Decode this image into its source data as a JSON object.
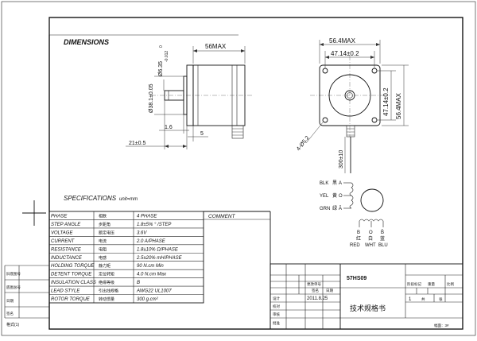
{
  "headings": {
    "dimensions": "DIMENSIONS",
    "specifications": "SPECIFICATIONS",
    "unit": "unit=mm",
    "comment": "COMMENT"
  },
  "side_view": {
    "length": "56MAX",
    "shaft_dia": "Ø6.35",
    "shaft_tol": "-0.012",
    "shaft_tol0": "0",
    "pilot_dia": "Ø38.1±0.05",
    "pilot_len": "1.6",
    "flange": "5",
    "shaft_len": "21±0.5"
  },
  "front_view": {
    "outer": "56.4MAX",
    "holes_h": "47.14±0.2",
    "holes_v": "47.14±0.2",
    "outer_v": "56.4MAX",
    "holes": "4-Ø5.2",
    "lead_len": "300±10"
  },
  "wiring": {
    "lines": [
      {
        "code": "BLK",
        "cn": "黑",
        "phase": "A"
      },
      {
        "code": "YEL",
        "cn": "黄",
        "phase": "O"
      },
      {
        "code": "GRN",
        "cn": "绿",
        "phase": "Ā"
      }
    ],
    "bottom_phases": [
      "B",
      "O",
      "B̄"
    ],
    "bottom_cn": [
      "红",
      "白",
      "蓝"
    ],
    "bottom_codes": [
      "RED",
      "WHT",
      "BLU"
    ]
  },
  "spec_rows": [
    {
      "label": "PHASE",
      "cn": "相数",
      "value": "4  PHASE"
    },
    {
      "label": "STEP ANGLE",
      "cn": "步距角",
      "value": "1.8±5% ° /STEP"
    },
    {
      "label": "VOLTAGE",
      "cn": "额定电压",
      "value": "3.6V"
    },
    {
      "label": "CURRENT",
      "cn": "电流",
      "value": "2.0 A/PHASE"
    },
    {
      "label": "RESISTANCE",
      "cn": "电阻",
      "value": "1.8±10%  Ω/PHASE"
    },
    {
      "label": "INDUCTANCE",
      "cn": "电感",
      "value": "2.5±20% mH/PHASE"
    },
    {
      "label": "HOLDING TORQUE",
      "cn": "静力矩",
      "value": "90  N.cm Min"
    },
    {
      "label": "DETENT TORQUE",
      "cn": "定位转矩",
      "value": "4.0 N.cm Max"
    },
    {
      "label": "INSULATION CLASS",
      "cn": "绝缘等级",
      "value": "B"
    },
    {
      "label": "LEAD STYLE",
      "cn": "引出线规格",
      "value": "AWG22 UL1007"
    },
    {
      "label": "ROTOR TORQUE",
      "cn": "转动惯量",
      "value": "300 g.cm²"
    }
  ],
  "title_block": {
    "model": "57HS09",
    "date": "2011.8.25",
    "title": "技术规格书",
    "change_no": "更改单号",
    "sign": "签名",
    "date_label": "日期",
    "design": "设计",
    "proofread": "校对",
    "audit": "审核",
    "approve": "批准",
    "stage_mark": "阶段标记",
    "weight": "重量",
    "ratio": "比例",
    "sheet_count": "共 张",
    "sheet_no": "第 张",
    "sheet_no_val": "1",
    "total": "共",
    "sheets": "张",
    "format": "格式(1)",
    "size": "幅面：3#"
  },
  "left_labels": [
    "旧底图号",
    "底图总号",
    "日期",
    "签名"
  ]
}
